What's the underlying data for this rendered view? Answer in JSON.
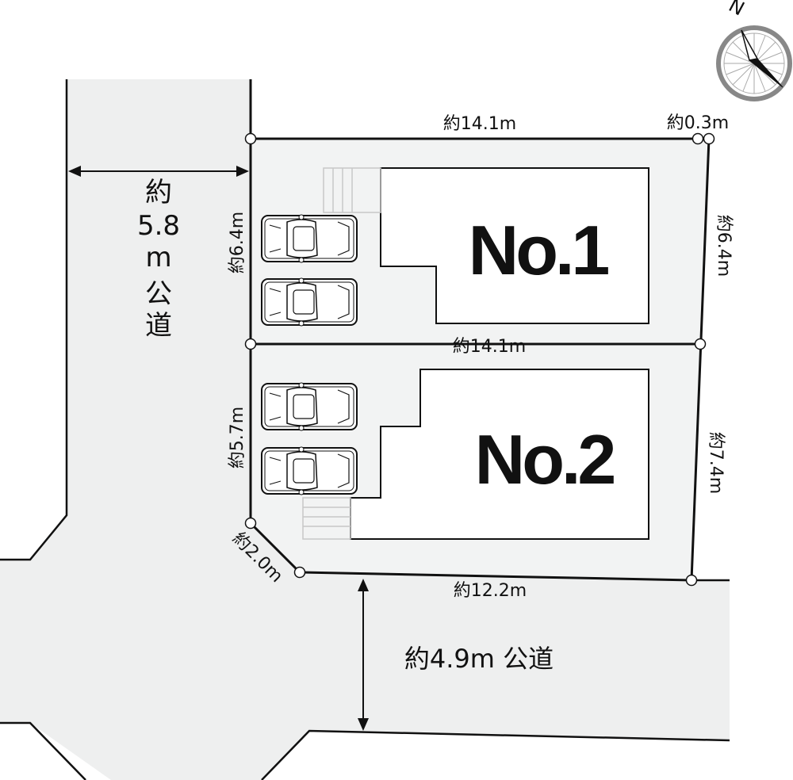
{
  "lots": [
    {
      "name": "No.1"
    },
    {
      "name": "No.2"
    }
  ],
  "dimensions": {
    "top_width": "約14.1m",
    "corner_offset": "約0.3m",
    "right_no1": "約6.4m",
    "left_no1": "約6.4m",
    "middle_width": "約14.1m",
    "left_no2": "約5.7m",
    "right_no2": "約7.4m",
    "chamfer": "約2.0m",
    "bottom_width": "約12.2m"
  },
  "roads": {
    "west_chars": [
      "約",
      "5.8",
      "m",
      "公",
      "道"
    ],
    "south": "約4.9m 公道"
  },
  "compass": {
    "north_label": "N"
  },
  "colors": {
    "road": "#eeefef",
    "site": "#f2f3f3",
    "line": "#111111",
    "compass": "#888888"
  }
}
